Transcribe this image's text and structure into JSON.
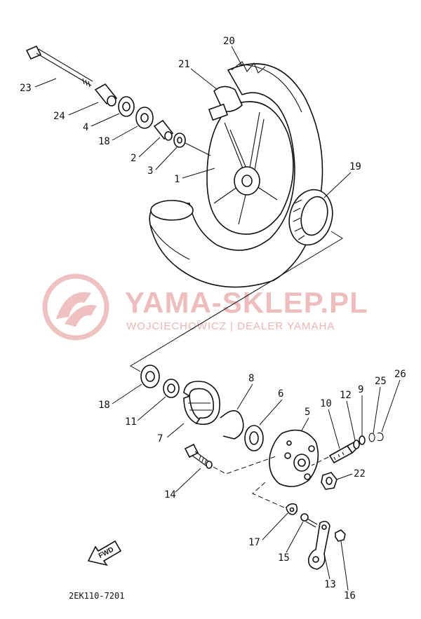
{
  "watermark": {
    "title": "YAMA-SKLEP.PL",
    "subtitle": "WOJCIECHOWICZ | DEALER YAMAHA"
  },
  "diagram_code": "2EK110-7201",
  "fwd_label": "FWD",
  "callouts": [
    {
      "id": "20",
      "label": "20"
    },
    {
      "id": "21",
      "label": "21"
    },
    {
      "id": "23",
      "label": "23"
    },
    {
      "id": "24",
      "label": "24"
    },
    {
      "id": "4",
      "label": "4"
    },
    {
      "id": "18a",
      "label": "18"
    },
    {
      "id": "2",
      "label": "2"
    },
    {
      "id": "3",
      "label": "3"
    },
    {
      "id": "1",
      "label": "1"
    },
    {
      "id": "19",
      "label": "19"
    },
    {
      "id": "8",
      "label": "8"
    },
    {
      "id": "6",
      "label": "6"
    },
    {
      "id": "5",
      "label": "5"
    },
    {
      "id": "10",
      "label": "10"
    },
    {
      "id": "12",
      "label": "12"
    },
    {
      "id": "9",
      "label": "9"
    },
    {
      "id": "25",
      "label": "25"
    },
    {
      "id": "26",
      "label": "26"
    },
    {
      "id": "18b",
      "label": "18"
    },
    {
      "id": "11",
      "label": "11"
    },
    {
      "id": "7",
      "label": "7"
    },
    {
      "id": "22",
      "label": "22"
    },
    {
      "id": "14",
      "label": "14"
    },
    {
      "id": "17",
      "label": "17"
    },
    {
      "id": "15",
      "label": "15"
    },
    {
      "id": "13",
      "label": "13"
    },
    {
      "id": "16",
      "label": "16"
    }
  ]
}
